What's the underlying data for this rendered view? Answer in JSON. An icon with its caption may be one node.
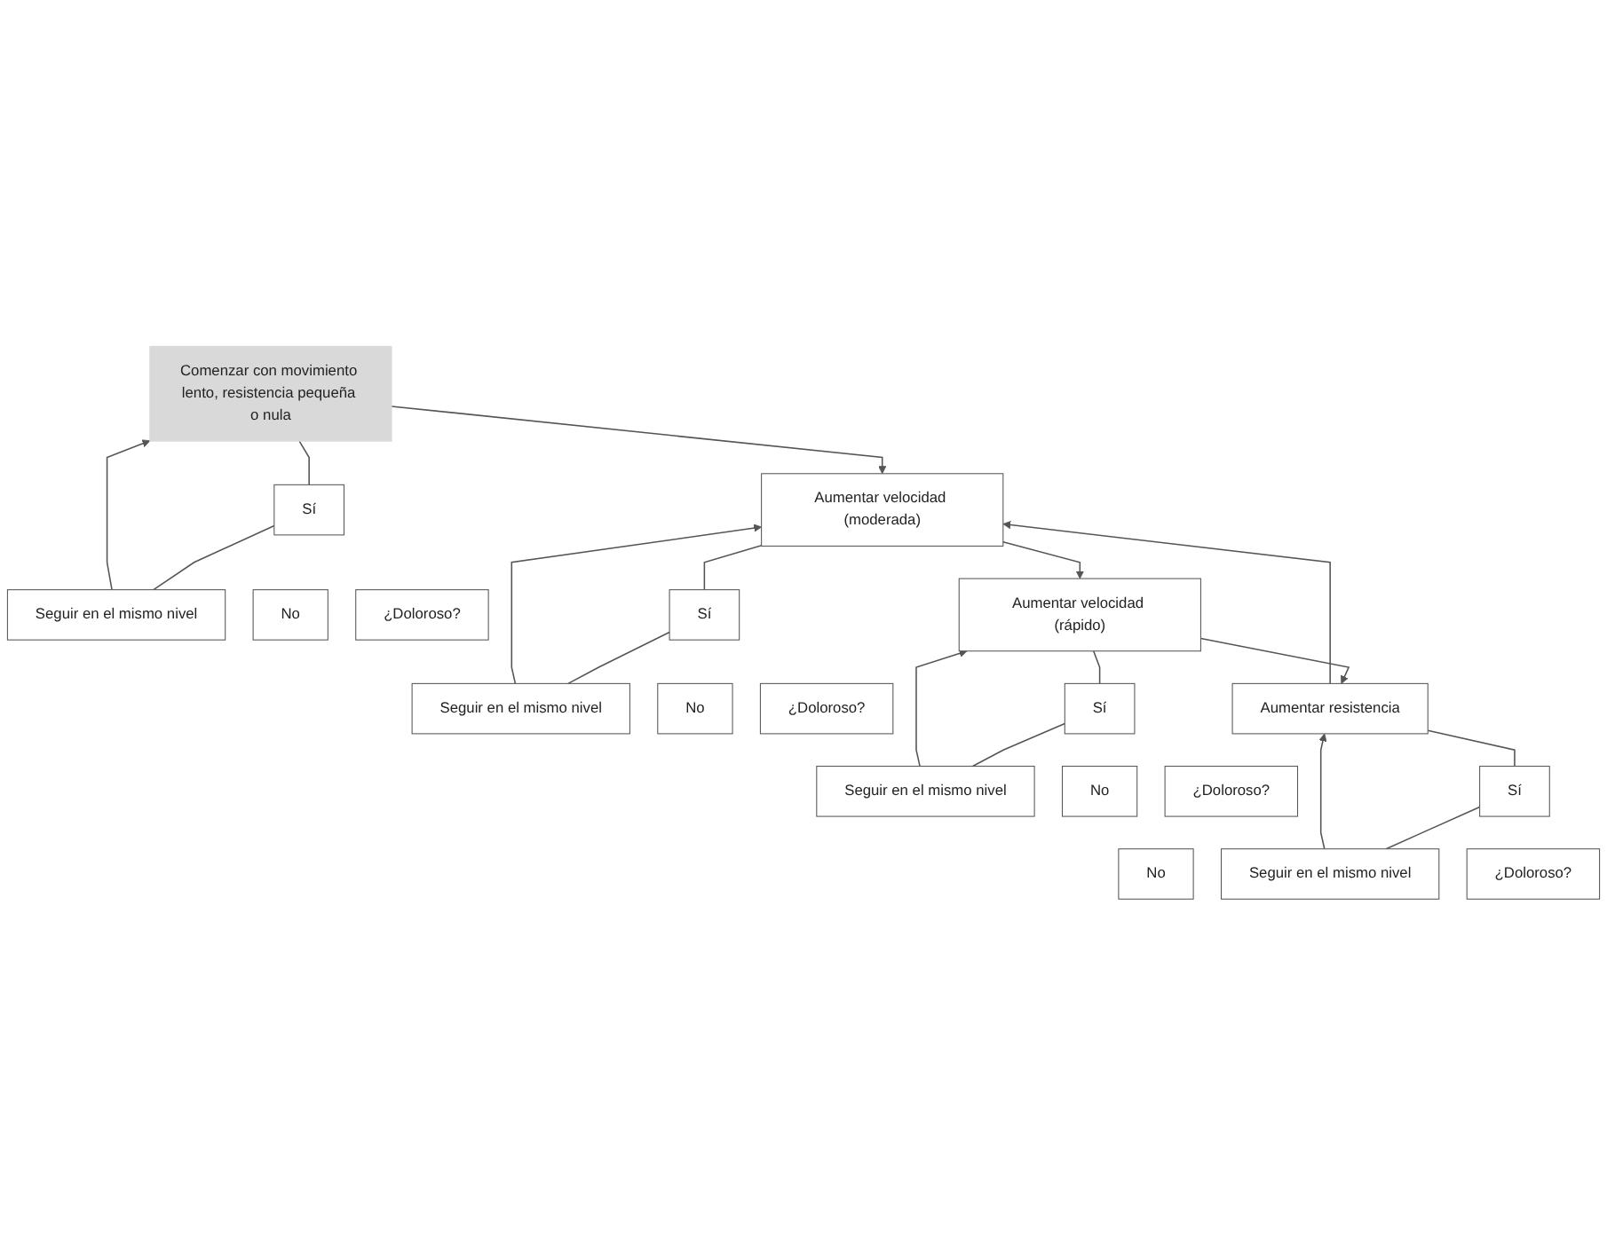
{
  "diagram": {
    "nodes": [
      {
        "text": [
          "Comenzar con movimiento lento, resistencia pequeña o nula"
        ]
      },
      {
        "text": [
          "Sí"
        ]
      },
      {
        "text": [
          "Seguir en el mismo nivel"
        ]
      },
      {
        "text": [
          "No"
        ]
      },
      {
        "text": [
          "¿Doloroso?"
        ]
      },
      {
        "text": [
          "Aumentar velocidad (moderada)"
        ]
      },
      {
        "text": [
          "Sí"
        ]
      },
      {
        "text": [
          "Seguir en el mismo nivel"
        ]
      },
      {
        "text": [
          "No"
        ]
      },
      {
        "text": [
          "¿Doloroso?"
        ]
      },
      {
        "text": [
          "Aumentar velocidad (rápido)"
        ]
      },
      {
        "text": [
          "Sí"
        ]
      },
      {
        "text": [
          "Seguir en el mismo nivel"
        ]
      },
      {
        "text": [
          "No"
        ]
      },
      {
        "text": [
          "¿Doloroso?"
        ]
      },
      {
        "text": [
          "Aumentar resistencia"
        ]
      },
      {
        "text": [
          "Sí"
        ]
      },
      {
        "text": [
          "Seguir en el mismo nivel"
        ]
      },
      {
        "text": [
          "No"
        ]
      },
      {
        "text": [
          "¿Doloroso?"
        ]
      }
    ],
    "edges": [
      {
        "from": 0,
        "to": 1,
        "arrow": "none"
      },
      {
        "from": 1,
        "to": 2,
        "arrow": "none"
      },
      {
        "from": 2,
        "to": 0,
        "arrow": "to"
      },
      {
        "from": 0,
        "to": 5,
        "arrow": "to"
      },
      {
        "from": 5,
        "to": 6,
        "arrow": "none"
      },
      {
        "from": 6,
        "to": 7,
        "arrow": "none"
      },
      {
        "from": 7,
        "to": 5,
        "arrow": "to"
      },
      {
        "from": 5,
        "to": 10,
        "arrow": "to"
      },
      {
        "from": 10,
        "to": 11,
        "arrow": "none"
      },
      {
        "from": 11,
        "to": 12,
        "arrow": "none"
      },
      {
        "from": 12,
        "to": 10,
        "arrow": "to"
      },
      {
        "from": 10,
        "to": 15,
        "arrow": "to"
      },
      {
        "from": 15,
        "to": 16,
        "arrow": "none"
      },
      {
        "from": 16,
        "to": 17,
        "arrow": "none"
      },
      {
        "from": 17,
        "to": 15,
        "arrow": "to"
      },
      {
        "from": 15,
        "to": 5,
        "arrow": "to"
      }
    ]
  }
}
